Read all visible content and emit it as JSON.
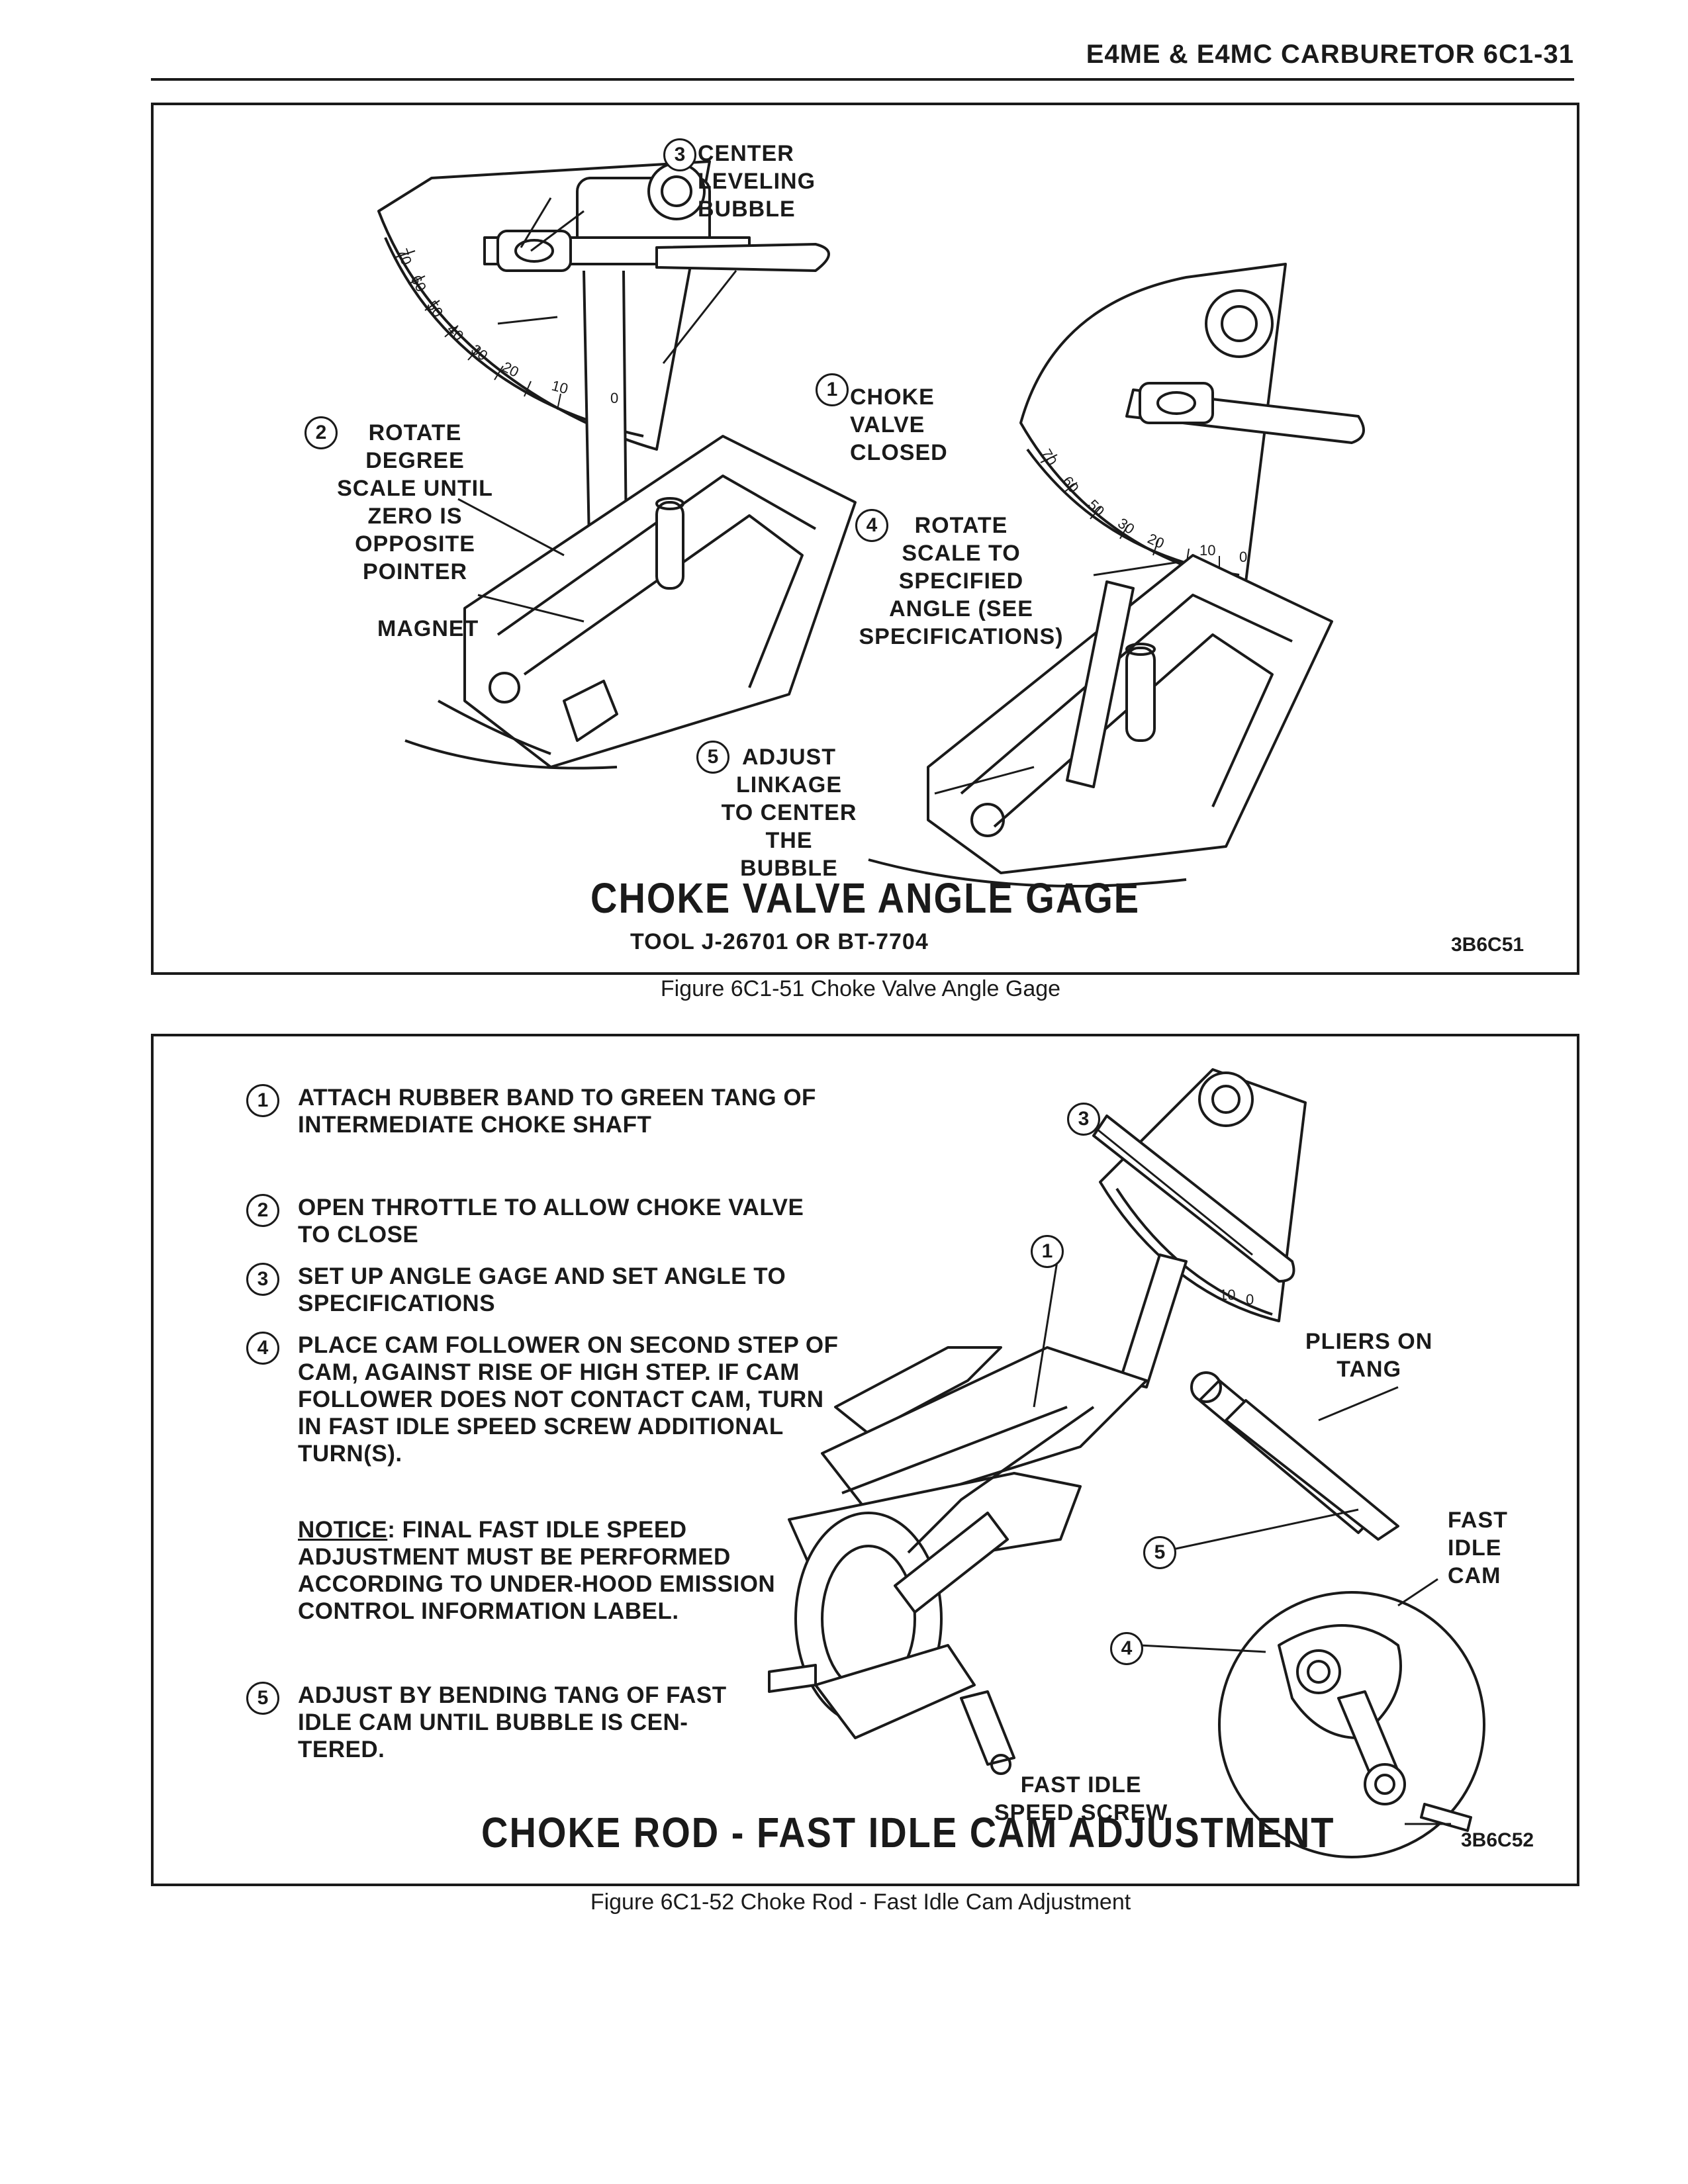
{
  "header": {
    "title": "E4ME & E4MC CARBURETOR  6C1-31"
  },
  "figure1": {
    "callouts": {
      "c1": {
        "num": "1",
        "text": "CHOKE\nVALVE\nCLOSED"
      },
      "c2": {
        "num": "2",
        "text": "ROTATE\nDEGREE\nSCALE UNTIL\nZERO IS\nOPPOSITE\nPOINTER"
      },
      "c3": {
        "num": "3",
        "text": "CENTER\nLEVELING\nBUBBLE"
      },
      "c4": {
        "num": "4",
        "text": "ROTATE\nSCALE TO\nSPECIFIED\nANGLE (SEE\nSPECIFICATIONS)"
      },
      "c5": {
        "num": "5",
        "text": "ADJUST\nLINKAGE\nTO CENTER\nTHE\nBUBBLE"
      },
      "magnet": "MAGNET"
    },
    "scale_marks": [
      "70",
      "60",
      "50",
      "40",
      "30",
      "20",
      "10",
      "0"
    ],
    "title": "CHOKE VALVE ANGLE GAGE",
    "subtitle": "TOOL J-26701 OR BT-7704",
    "code": "3B6C51",
    "caption": "Figure 6C1-51 Choke Valve Angle Gage"
  },
  "figure2": {
    "steps": [
      {
        "num": "1",
        "text": "ATTACH RUBBER BAND TO GREEN TANG OF INTERMEDIATE CHOKE SHAFT"
      },
      {
        "num": "2",
        "text": "OPEN THROTTLE TO ALLOW CHOKE VALVE TO CLOSE"
      },
      {
        "num": "3",
        "text": "SET UP ANGLE GAGE AND SET ANGLE TO SPECIFICATIONS"
      },
      {
        "num": "4",
        "text": "PLACE CAM FOLLOWER ON SECOND STEP OF CAM, AGAINST RISE OF HIGH STEP. IF CAM FOLLOWER DOES NOT CONTACT CAM, TURN IN FAST IDLE SPEED SCREW ADDITIONAL TURN(S)."
      },
      {
        "num": "5",
        "text": "ADJUST BY BENDING TANG OF FAST IDLE CAM UNTIL BUBBLE IS CEN-TERED."
      }
    ],
    "notice_key": "NOTICE",
    "notice_text": ": FINAL FAST IDLE SPEED ADJUSTMENT MUST BE PERFORMED ACCORDING TO UNDER-HOOD EMISSION CONTROL INFORMATION LABEL.",
    "labels": {
      "pliers": "PLIERS ON\nTANG",
      "cam": "FAST\nIDLE\nCAM",
      "screw": "FAST IDLE\nSPEED SCREW"
    },
    "diagram_nums": [
      "1",
      "3",
      "4",
      "5"
    ],
    "scale_marks": [
      "10",
      "0"
    ],
    "title": "CHOKE ROD - FAST IDLE CAM ADJUSTMENT",
    "code": "3B6C52",
    "caption": "Figure 6C1-52 Choke Rod - Fast Idle Cam Adjustment"
  }
}
